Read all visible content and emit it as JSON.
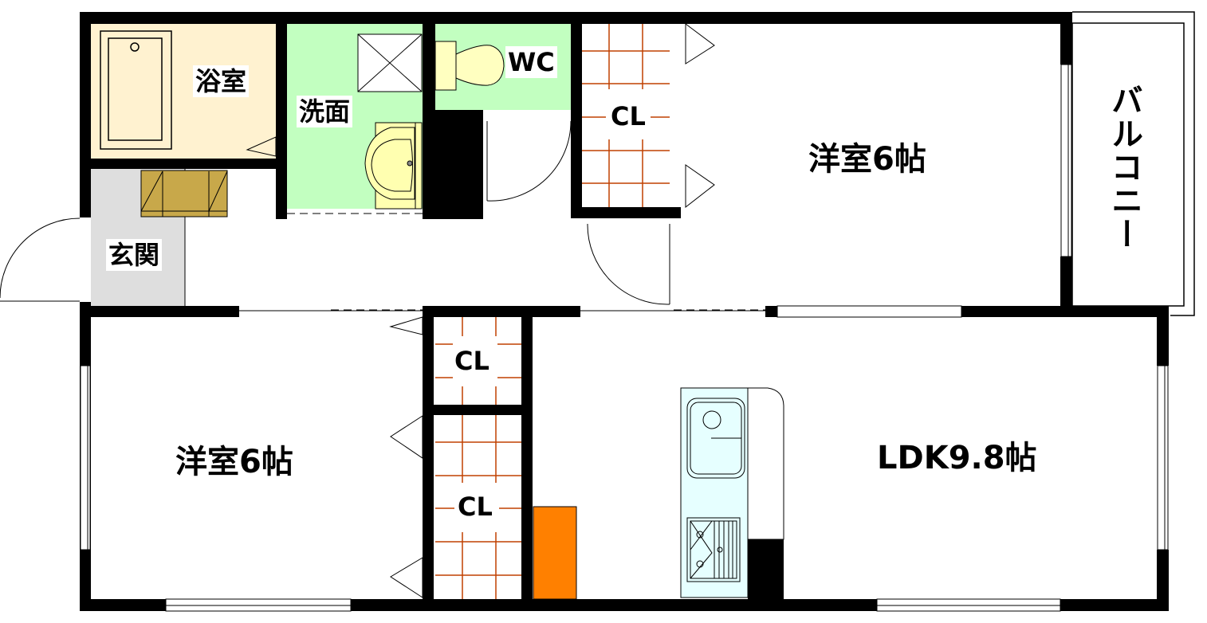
{
  "floor_plan": {
    "rooms": {
      "bath": {
        "label": "浴室",
        "fill": "#fff2d0"
      },
      "washroom": {
        "label": "洗面",
        "fill": "#c2ffc0"
      },
      "wc": {
        "label": "WC",
        "fill": "#c2ffc0"
      },
      "entrance": {
        "label": "玄関",
        "fill": "#dedede"
      },
      "closet_top": {
        "label": "CL"
      },
      "western_room_north": {
        "label": "洋室6帖"
      },
      "balcony": {
        "label": "バルコニー"
      },
      "western_room_south": {
        "label": "洋室6帖"
      },
      "closet_mid": {
        "label": "CL"
      },
      "closet_low": {
        "label": "CL"
      },
      "ldk": {
        "label": "LDK9.8帖"
      }
    },
    "colors": {
      "wall": "#000000",
      "tile_grid": "#c04000",
      "shoe_box": "#c8a84a",
      "fridge": "#ff8000",
      "kitchen_counter": "#e6ffff",
      "fixture_yellow": "#ffffb0"
    }
  }
}
